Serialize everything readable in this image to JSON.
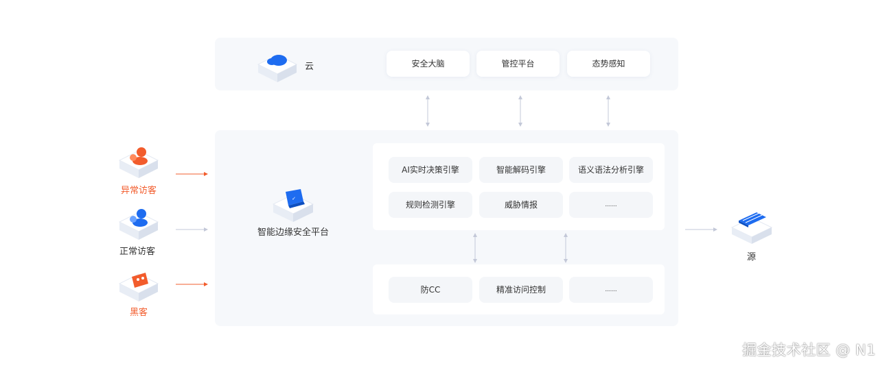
{
  "cloud": {
    "label": "云",
    "services": [
      "安全大脑",
      "管控平台",
      "态势感知"
    ]
  },
  "platform": {
    "label": "智能边缘安全平台",
    "engines_row1": [
      "AI实时决策引擎",
      "智能解码引擎",
      "语义语法分析引擎"
    ],
    "engines_row2": [
      "规则检测引擎",
      "威胁情报",
      "......"
    ],
    "defense": [
      "防CC",
      "精准访问控制",
      "......"
    ]
  },
  "visitors": [
    {
      "label": "异常访客",
      "color": "#f25c2c"
    },
    {
      "label": "正常访客",
      "color": "#333333"
    },
    {
      "label": "黑客",
      "color": "#f25c2c"
    }
  ],
  "origin": {
    "label": "源"
  },
  "watermark": "掘金技术社区 @ N1",
  "colors": {
    "accent_blue": "#1e6cf0",
    "accent_orange": "#f25c2c",
    "arrow_gray": "#c3c8d8",
    "panel_bg": "#f6f8fb"
  }
}
